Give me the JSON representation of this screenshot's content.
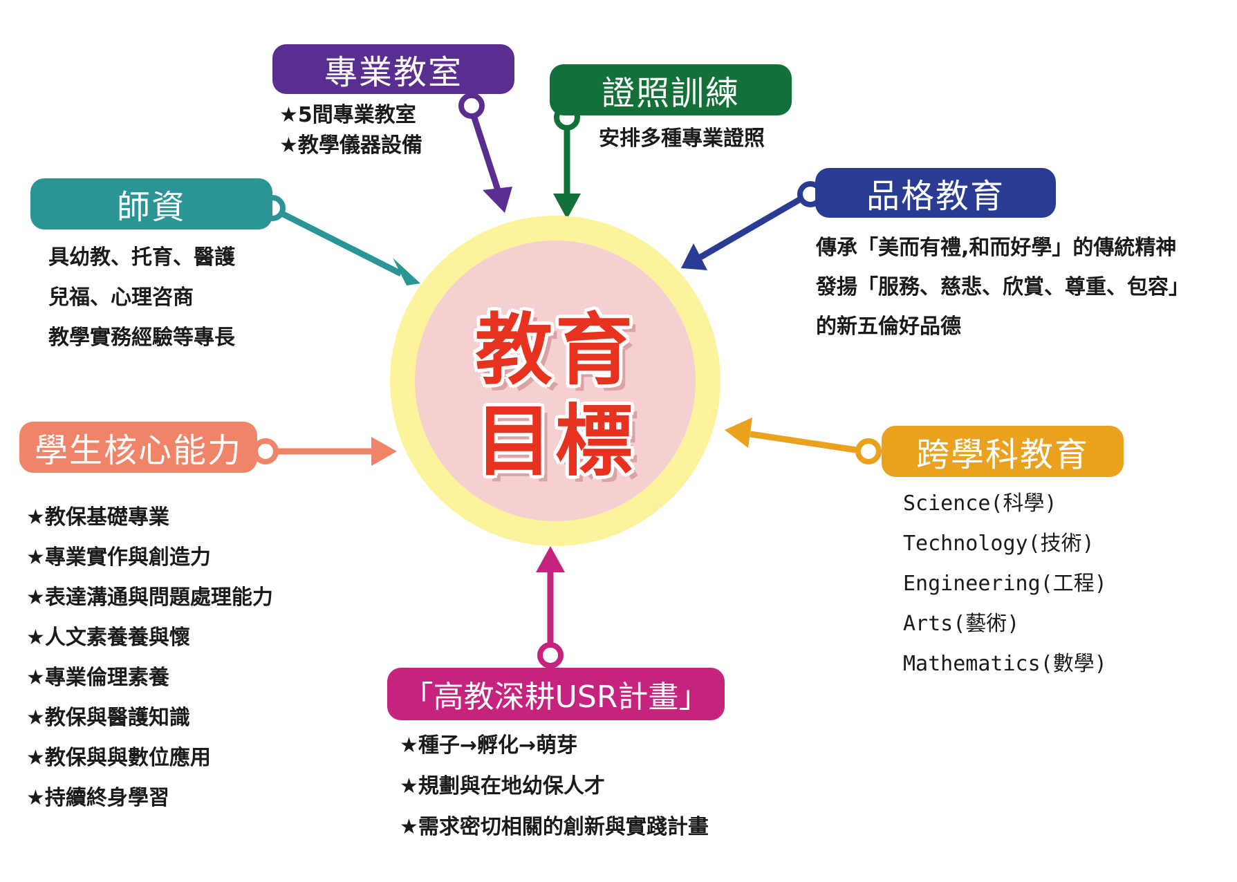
{
  "center": {
    "line1": "教育",
    "line2": "目標"
  },
  "colors": {
    "purple": "#5a2d91",
    "green": "#137038",
    "navy": "#293b93",
    "teal": "#2a9594",
    "salmon": "#ef8468",
    "orange": "#e9a11e",
    "magenta": "#c5237d",
    "center_red": "#e6321e",
    "ring_yellow": "#fdf39c",
    "center_pink": "#f6cfd1"
  },
  "nodes": {
    "professional_classroom": {
      "title": "專業教室",
      "lines": [
        "★5間專業教室",
        "★教學儀器設備"
      ]
    },
    "certification": {
      "title": "證照訓練",
      "lines": [
        "安排多種專業證照"
      ]
    },
    "faculty": {
      "title": "師資",
      "lines": [
        "具幼教、托育、醫護",
        "兒福、心理咨商",
        "教學實務經驗等專長"
      ]
    },
    "character": {
      "title": "品格教育",
      "lines": [
        "傳承「美而有禮,和而好學」的傳統精神",
        "發揚「服務、慈悲、欣賞、尊重、包容」",
        "的新五倫好品德"
      ]
    },
    "core_competency": {
      "title": "學生核心能力",
      "lines": [
        "★教保基礎專業",
        "★專業實作與創造力",
        "★表達溝通與問題處理能力",
        "★人文素養養與懷",
        "★專業倫理素養",
        "★教保與醫護知識",
        "★教保與與數位應用",
        "★持續終身學習"
      ]
    },
    "interdisciplinary": {
      "title": "跨學科教育",
      "lines": [
        "Science(科學)",
        "Technology(技術)",
        "Engineering(工程)",
        "Arts(藝術)",
        "Mathematics(數學)"
      ]
    },
    "usr": {
      "title": "「高教深耕USR計畫」",
      "lines": [
        "★種子→孵化→萌芽",
        "★規劃與在地幼保人才",
        "★需求密切相關的創新與實踐計畫"
      ]
    }
  }
}
